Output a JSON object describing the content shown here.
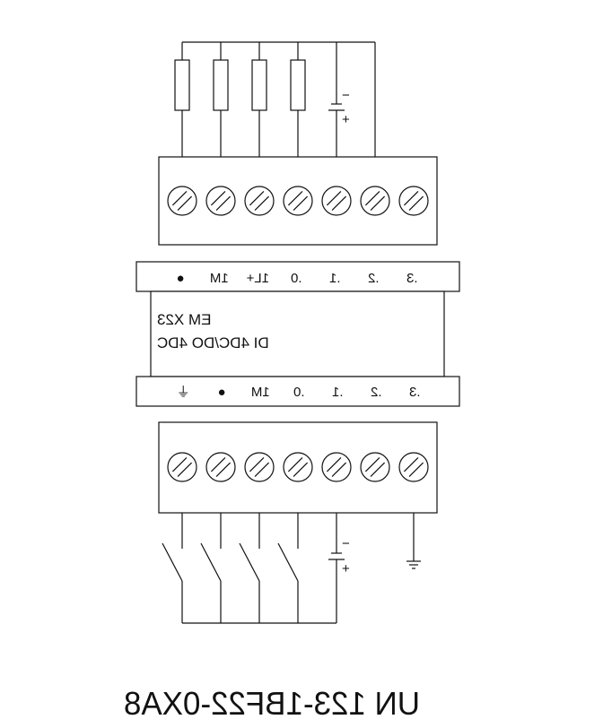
{
  "module": {
    "name": "EM X23",
    "description": "DI 4DC/DO 4DC",
    "part_number": "UN 123-1BF22-0XA8"
  },
  "top_strip": {
    "labels": [
      ".3",
      ".2",
      ".1",
      ".0",
      "1L+",
      "1M",
      "●"
    ]
  },
  "bottom_strip": {
    "labels": [
      ".3",
      ".2",
      ".1",
      ".0",
      "1M",
      "●",
      "⏚"
    ]
  },
  "supply": {
    "minus": "−",
    "plus": "+"
  }
}
